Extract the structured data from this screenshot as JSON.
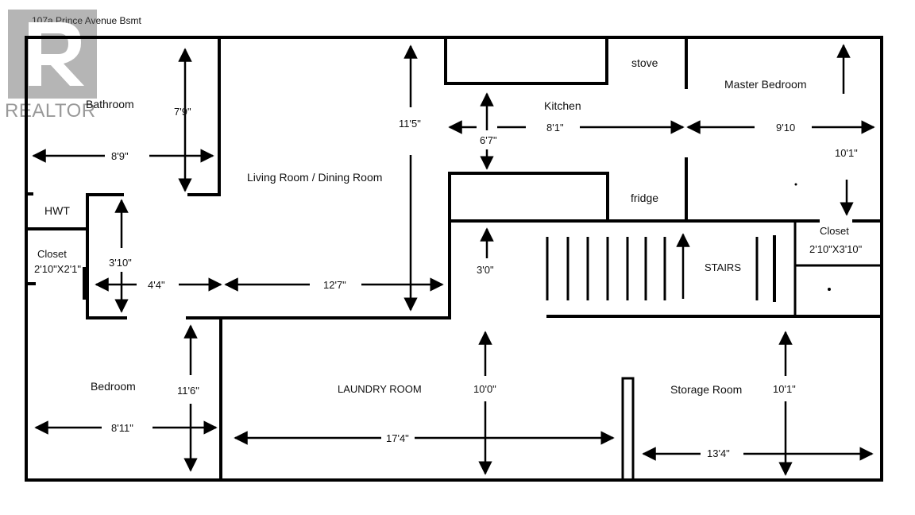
{
  "title": "107a Prince Avenue Bsmt",
  "logo": {
    "text": "REALTOR",
    "color": "#555555"
  },
  "rooms": {
    "bathroom": "Bathroom",
    "living": "Living Room / Dining Room",
    "kitchen": "Kitchen",
    "stove": "stove",
    "fridge": "fridge",
    "master": "Master Bedroom",
    "hwt": "HWT",
    "closet_left": "Closet",
    "closet_right": "Closet",
    "stairs": "STAIRS",
    "bedroom": "Bedroom",
    "laundry": "LAUNDRY ROOM",
    "storage": "Storage Room"
  },
  "dimensions": {
    "bath_h": "7'9\"",
    "bath_w": "8'9\"",
    "living_h": "11'5\"",
    "living_w": "12'7\"",
    "kitchen_h": "6'7\"",
    "kitchen_w": "8'1\"",
    "master_w": "9'10",
    "master_h": "10'1\"",
    "closet_left_size": "2'10\"X2'1\"",
    "closet_right_size": "2'10\"X3'10\"",
    "hall_h": "3'10\"",
    "hall_w": "4'4\"",
    "stairs_h": "3'0\"",
    "bedroom_h": "11'6\"",
    "bedroom_w": "8'11\"",
    "laundry_w": "17'4\"",
    "laundry_h": "10'0\"",
    "storage_h": "10'1\"",
    "storage_w": "13'4\""
  }
}
